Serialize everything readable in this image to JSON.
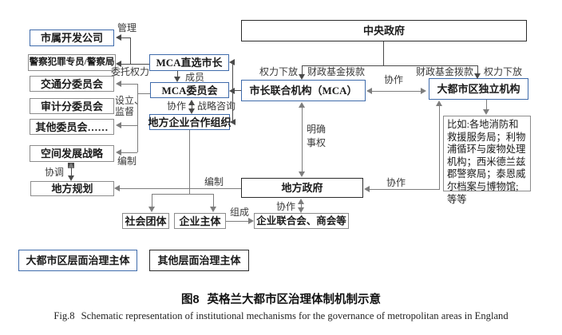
{
  "nodes": {
    "central_gov": "中央政府",
    "city_dev": "市属开发公司",
    "police": "警察犯罪专员/警察局",
    "transport": "交通分委员会",
    "audit": "审计分委员会",
    "other_committees": "其他委员会……",
    "spatial": "空间发展战略",
    "local_plan": "地方规划",
    "mca_mayor": "MCA直选市长",
    "mca_committee": "MCA委员会",
    "lep": "地方企业合作组织",
    "mca": "市长联合机构（MCA）",
    "independent": "大都市区独立机构",
    "examples": "比如:各地消防和救援服务局；利物浦循环与废物处理机构；西米德兰兹郡警察局；泰恩威尔档案与博物馆;等等",
    "local_gov": "地方政府",
    "social_groups": "社会团体",
    "enterprises": "企业主体",
    "federation": "企业联合会、商会等"
  },
  "edge_labels": {
    "manage": "管理",
    "delegate": "委托权力",
    "setup1": "设立、",
    "setup2": "监督",
    "compile_left": "编制",
    "coordinate": "协调",
    "compile_mid": "编制",
    "member": "成员",
    "collab_lep": "协作",
    "strategy_consult": "战略咨询",
    "devolve_left": "权力下放",
    "fund_left": "财政基金拨款",
    "fund_right": "财政基金拨款",
    "devolve_right": "权力下放",
    "collab_top": "协作",
    "clarify1": "明确",
    "clarify2": "事权",
    "collab_right": "协作",
    "collab_bottom": "协作",
    "compose": "组成"
  },
  "legend": {
    "metropolitan": "大都市区层面治理主体",
    "other": "其他层面治理主体"
  },
  "caption": {
    "zh_prefix": "图8",
    "zh_text": "英格兰大都市区治理体制机制示意",
    "en_prefix": "Fig.8",
    "en_text": "Schematic representation of institutional mechanisms for the governance of metropolitan areas in England"
  },
  "colors": {
    "metropolitan_border": "#3f6bab",
    "other_border": "#2b2b2b",
    "gray_border": "#8c8c8c",
    "line_gray": "#7d7d7d",
    "line_dark": "#4a4a4a"
  }
}
